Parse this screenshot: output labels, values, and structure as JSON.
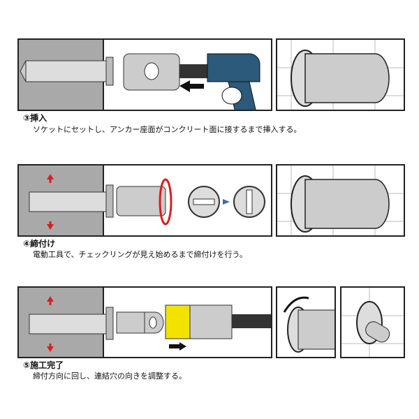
{
  "steps": [
    {
      "title": "③挿入",
      "description": "ソケットにセットし、アンカー座面がコンクリート面に接するまで挿入する。"
    },
    {
      "title": "④締付け",
      "description": "電動工具で、チェックリングが見え始めるまで締付けを行う。"
    },
    {
      "title": "⑤施工完了",
      "description": "締付方向に回し、連結穴の向きを調整する。"
    }
  ],
  "colors": {
    "concrete": "#a9a9a9",
    "drill": "#2b5a7a",
    "arrow_red": "#d62020",
    "socket_yellow": "#f2e200",
    "arrow_blue": "#3a6ea5"
  }
}
